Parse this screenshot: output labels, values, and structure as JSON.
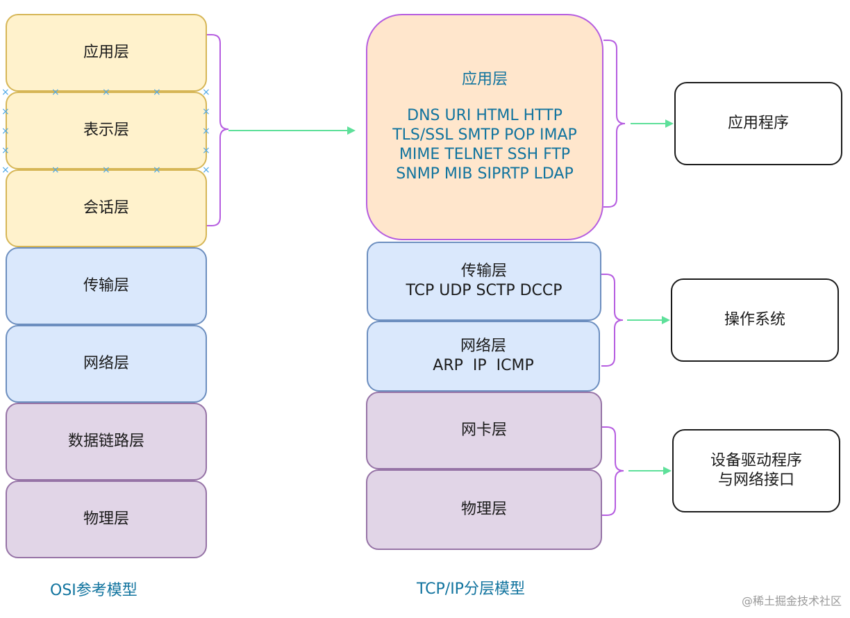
{
  "osi": {
    "layers": [
      "应用层",
      "表示层",
      "会话层",
      "传输层",
      "网络层",
      "数据链路层",
      "物理层"
    ],
    "caption": "OSI参考模型"
  },
  "tcpip": {
    "application": {
      "title": "应用层",
      "protocols": [
        "DNS URI HTML HTTP",
        "TLS/SSL SMTP POP IMAP",
        "MIME TELNET SSH FTP",
        "SNMP MIB SIPRTP LDAP"
      ]
    },
    "transport": {
      "title": "传输层",
      "protocols": "TCP UDP SCTP DCCP"
    },
    "network": {
      "title": "网络层",
      "protocols": "ARP  IP  ICMP"
    },
    "nic": {
      "title": "网卡层"
    },
    "physical": {
      "title": "物理层"
    },
    "caption": "TCP/IP分层模型"
  },
  "right_boxes": {
    "app": "应用程序",
    "os": "操作系统",
    "driver_line1": "设备驱动程序",
    "driver_line2": "与网络接口"
  },
  "watermark": "@稀土掘金技术社区",
  "colors": {
    "yellow_fill": "#fff2cc",
    "blue_fill": "#dae8fc",
    "purple_fill": "#e1d5e7",
    "orange_fill": "#ffe6cc",
    "bracket": "#b55ce0",
    "arrow": "#5ee09a",
    "caption": "#10739e"
  }
}
